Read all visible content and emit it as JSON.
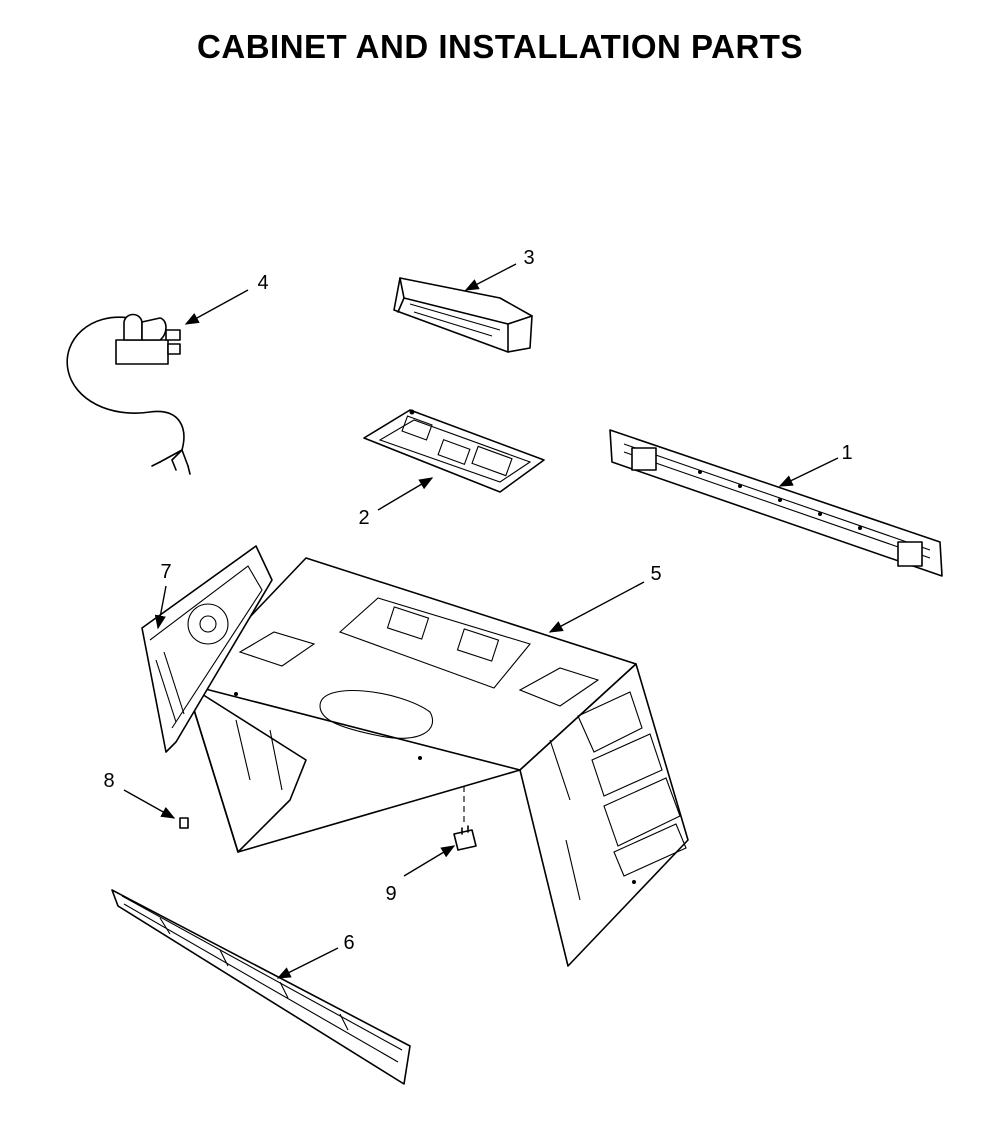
{
  "title": "CABINET AND INSTALLATION PARTS",
  "callouts": [
    {
      "id": "callout-1",
      "label": "1"
    },
    {
      "id": "callout-2",
      "label": "2"
    },
    {
      "id": "callout-3",
      "label": "3"
    },
    {
      "id": "callout-4",
      "label": "4"
    },
    {
      "id": "callout-5",
      "label": "5"
    },
    {
      "id": "callout-6",
      "label": "6"
    },
    {
      "id": "callout-7",
      "label": "7"
    },
    {
      "id": "callout-8",
      "label": "8"
    },
    {
      "id": "callout-9",
      "label": "9"
    }
  ]
}
